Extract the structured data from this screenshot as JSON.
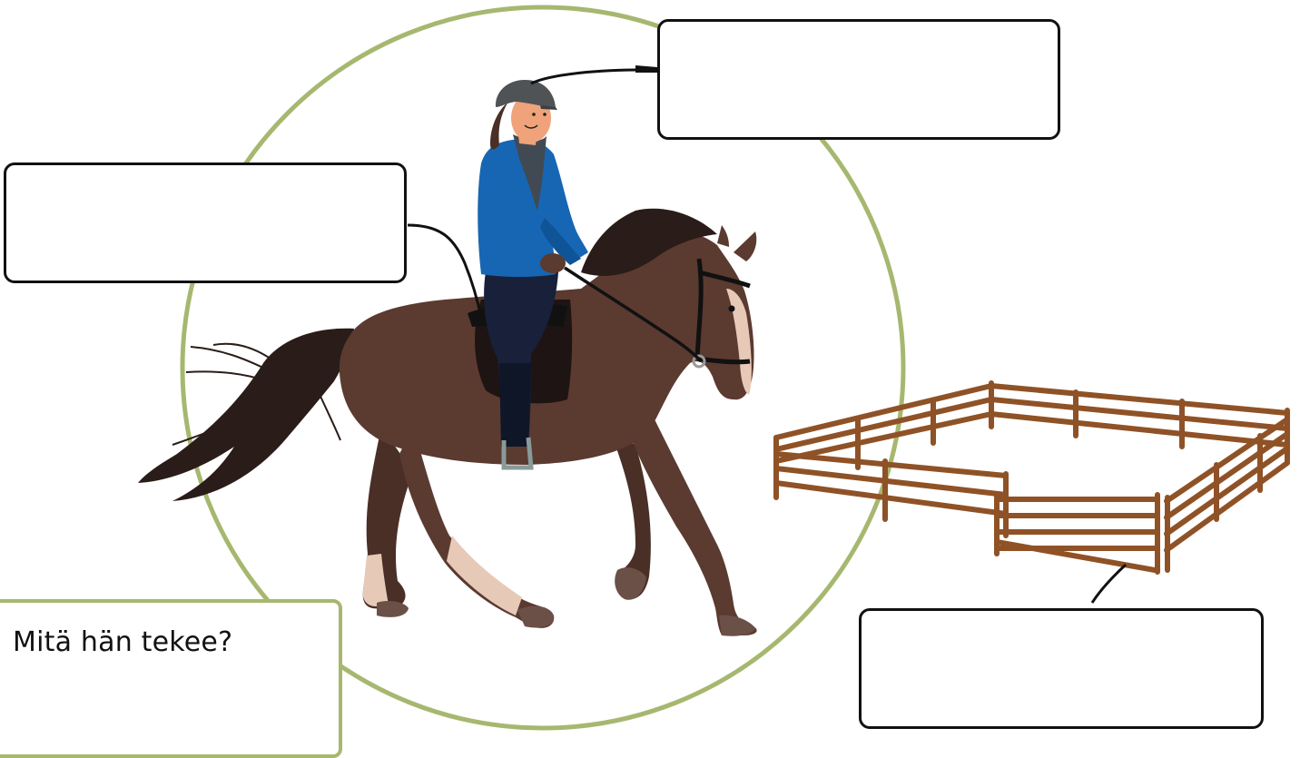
{
  "question": {
    "text": "Mitä hän tekee?"
  },
  "labels": [
    {
      "name": "helmet",
      "text": ""
    },
    {
      "name": "saddle",
      "text": ""
    },
    {
      "name": "fence",
      "text": ""
    }
  ],
  "colors": {
    "circle": "#a6b86f",
    "horse": "#5b3a30",
    "horse_dark": "#2a1c18",
    "jacket": "#1766b3",
    "fence": "#8f5226",
    "helmet": "#4f5356",
    "box_border": "#111111"
  }
}
